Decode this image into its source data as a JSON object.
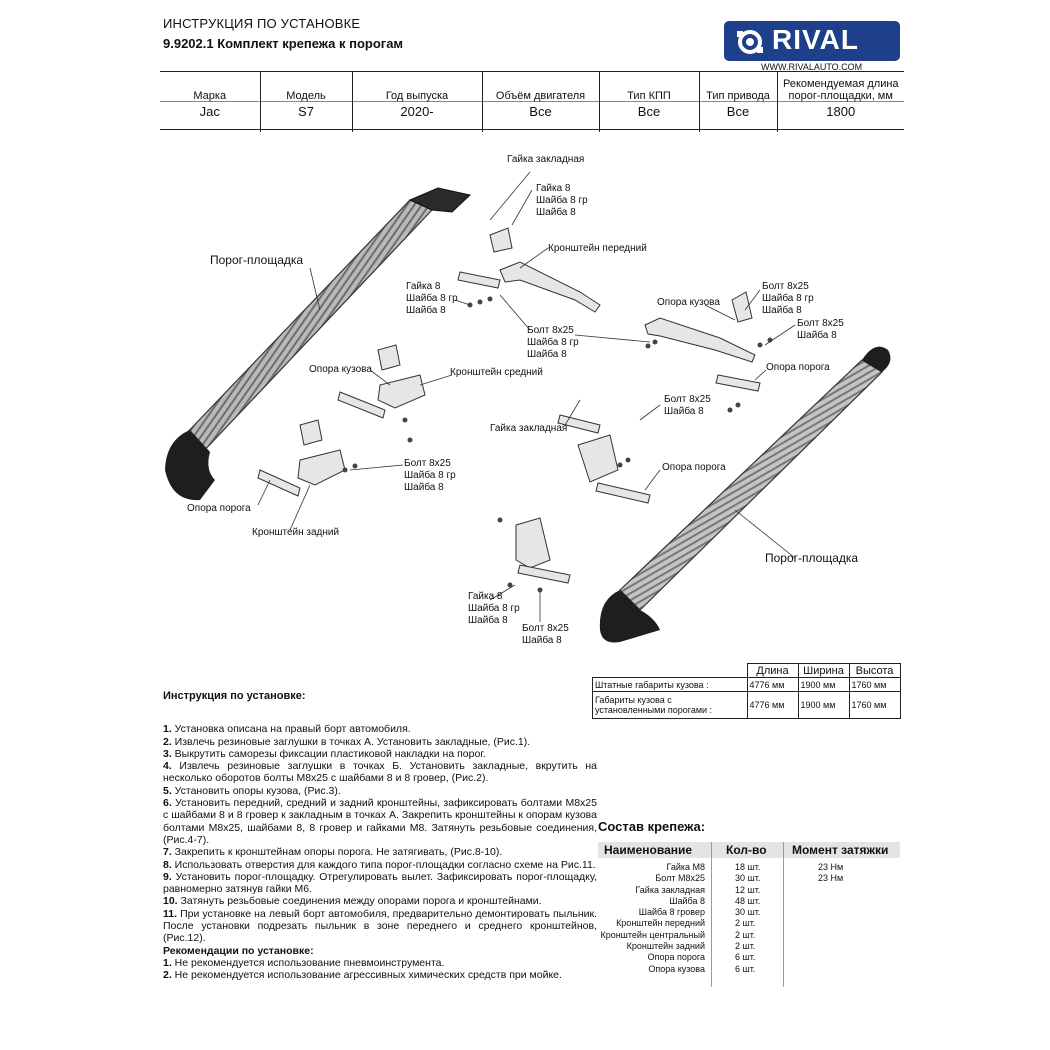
{
  "header": {
    "title": "ИНСТРУКЦИЯ ПО УСТАНОВКЕ",
    "subtitle": "9.9202.1 Комплект крепежа к порогам",
    "logo_text": "RIVAL",
    "website": "WWW.RIVALAUTO.COM"
  },
  "spec": {
    "headers": [
      "Марка",
      "Модель",
      "Год выпуска",
      "Объём двигателя",
      "Тип КПП",
      "Тип привода",
      "Рекомендуемая длина порог-площадки, мм"
    ],
    "values": [
      "Jac",
      "S7",
      "2020-",
      "Все",
      "Все",
      "Все",
      "1800"
    ]
  },
  "diagram": {
    "labels": {
      "porog_left": "Порог-площадка",
      "porog_right": "Порог-площадка",
      "gaika_zakl_top": "Гайка закладная",
      "gaika8_top": "Гайка 8",
      "shayba8gr_top": "Шайба 8 гр",
      "shayba8_top": "Шайба 8",
      "kronsht_pered": "Кронштейн передний",
      "gaika8_mid": "Гайка 8",
      "shayba8gr_mid": "Шайба 8 гр",
      "shayba8_mid": "Шайба 8",
      "bolt_mid": "Болт 8х25",
      "shayba8gr_bolt_mid": "Шайба 8 гр",
      "shayba8_bolt_mid": "Шайба 8",
      "opora_kuzova_right": "Опора кузова",
      "bolt_r1": "Болт 8х25",
      "shayba8gr_r1": "Шайба 8 гр",
      "shayba8_r1": "Шайба 8",
      "bolt_r2": "Болт 8х25",
      "shayba8_r2": "Шайба 8",
      "opora_poroga_r": "Опора порога",
      "opora_kuzova_left": "Опора кузова",
      "kronsht_sred": "Кронштейн средний",
      "bolt_c": "Болт 8х25",
      "shayba8_c": "Шайба 8",
      "gaika_zakl_c": "Гайка закладная",
      "opora_poroga_c": "Опора порога",
      "bolt_l": "Болт 8х25",
      "shayba8gr_l": "Шайба 8 гр",
      "shayba8_l": "Шайба 8",
      "opora_poroga_l": "Опора порога",
      "kronsht_zad": "Кронштейн задний",
      "gaika8_b": "Гайка 8",
      "shayba8gr_b": "Шайба 8 гр",
      "shayba8_b": "Шайба 8",
      "bolt_b": "Болт 8х25",
      "shayba8_b2": "Шайба 8"
    }
  },
  "dimensions": {
    "headers": [
      "Длина",
      "Ширина",
      "Высота"
    ],
    "rows": [
      {
        "label": "Штатные габариты кузова :",
        "values": [
          "4776 мм",
          "1900 мм",
          "1760 мм"
        ]
      },
      {
        "label": "Габариты кузова с установленными порогами :",
        "values": [
          "4776 мм",
          "1900 мм",
          "1760 мм"
        ]
      }
    ]
  },
  "instructions": {
    "title": "Инструкция по установке:",
    "steps": [
      {
        "num": "1.",
        "text": " Установка описана на правый борт автомобиля."
      },
      {
        "num": "2.",
        "text": " Извлечь резиновые заглушки в точках А. Установить закладные, (Рис.1)."
      },
      {
        "num": "3.",
        "text": " Выкрутить саморезы фиксации пластиковой накладки на порог."
      },
      {
        "num": "4.",
        "text": " Извлечь резиновые заглушки в точках Б. Установить закладные, вкрутить на несколько оборотов болты М8х25 с шайбами 8 и 8 гровер, (Рис.2)."
      },
      {
        "num": "5.",
        "text": " Установить опоры кузова, (Рис.3)."
      },
      {
        "num": "6.",
        "text": " Установить передний, средний и задний кронштейны, зафиксировать болтами М8х25 с шайбами 8 и 8 гровер к закладным в точках А. Закрепить кронштейны к опорам кузова болтами М8х25, шайбами 8, 8 гровер и гайками М8. Затянуть резьбовые соединения, (Рис.4-7)."
      },
      {
        "num": "7.",
        "text": " Закрепить к кронштейнам опоры порога. Не затягивать, (Рис.8-10)."
      },
      {
        "num": "8.",
        "text": " Использовать отверстия для каждого типа порог-площадки согласно схеме на Рис.11."
      },
      {
        "num": "9.",
        "text": " Установить порог-площадку. Отрегулировать вылет. Зафиксировать порог-площадку, равномерно затянув гайки М6."
      },
      {
        "num": "10.",
        "text": " Затянуть резьбовые соединения между опорами порога и кронштейнами."
      },
      {
        "num": "11.",
        "text": " При установке на левый борт автомобиля, предварительно демонтировать пыльник. После установки подрезать пыльник в зоне переднего и среднего кронштейнов, (Рис.12)."
      }
    ],
    "rec_title": "Рекомендации по установке:",
    "recs": [
      {
        "num": "1.",
        "text": " Не рекомендуется использование пневмоинструмента."
      },
      {
        "num": "2.",
        "text": " Не рекомендуется использование агрессивных химических средств при мойке."
      }
    ]
  },
  "kit": {
    "title": "Состав крепежа:",
    "headers": [
      "Наименование",
      "Кол-во",
      "Момент затяжки"
    ],
    "rows": [
      {
        "name": "Гайка М8",
        "qty": "18 шт.",
        "torque": "23 Нм"
      },
      {
        "name": "Болт М8х25",
        "qty": "30 шт.",
        "torque": "23 Нм"
      },
      {
        "name": "Гайка закладная",
        "qty": "12 шт.",
        "torque": ""
      },
      {
        "name": "Шайба 8",
        "qty": "48 шт.",
        "torque": ""
      },
      {
        "name": "Шайба 8 гровер",
        "qty": "30 шт.",
        "torque": ""
      },
      {
        "name": "Кронштейн передний",
        "qty": "2 шт.",
        "torque": ""
      },
      {
        "name": "Кронштейн центральный",
        "qty": "2 шт.",
        "torque": ""
      },
      {
        "name": "Кронштейн задний",
        "qty": "2 шт.",
        "torque": ""
      },
      {
        "name": "Опора порога",
        "qty": "6 шт.",
        "torque": ""
      },
      {
        "name": "Опора кузова",
        "qty": "6 шт.",
        "torque": ""
      }
    ]
  }
}
